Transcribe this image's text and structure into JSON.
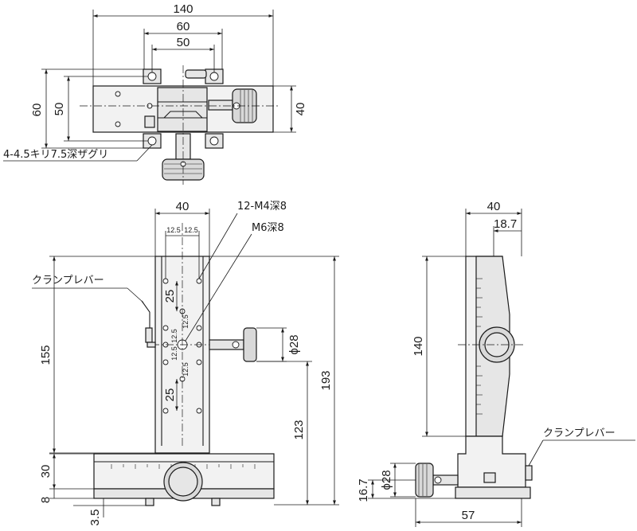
{
  "top_view": {
    "dim_overall_width": "140",
    "dim_hole_pitch_x": "60",
    "dim_slot_x": "50",
    "dim_overall_depth": "60",
    "dim_hole_pitch_y": "50",
    "dim_table_depth": "40",
    "note_mount_holes": "4-4.5キリ7.5深ザグリ"
  },
  "front_view": {
    "dim_column_width": "40",
    "dim_pitch_left": "12.5",
    "dim_pitch_right": "12.5",
    "label_m4": "12-M4深8",
    "label_m6": "M6深8",
    "label_clamp_lever": "クランプレバー",
    "dim_upper_25": "25",
    "dim_lower_25": "25",
    "dim_v_pitch": [
      "12.5",
      "12.5",
      "12.5",
      "12.5"
    ],
    "dim_knob_dia": "ϕ28",
    "dim_height_155": "155",
    "dim_height_193": "193",
    "dim_height_123": "123",
    "dim_base_30": "30",
    "dim_base_8": "8",
    "dim_base_3_5": "3.5"
  },
  "side_view": {
    "dim_width_40": "40",
    "dim_offset_18_7": "18.7",
    "dim_height_140": "140",
    "label_clamp_lever": "クランプレバー",
    "dim_knob_dia": "ϕ28",
    "dim_16_7": "16.7",
    "dim_57": "57"
  }
}
